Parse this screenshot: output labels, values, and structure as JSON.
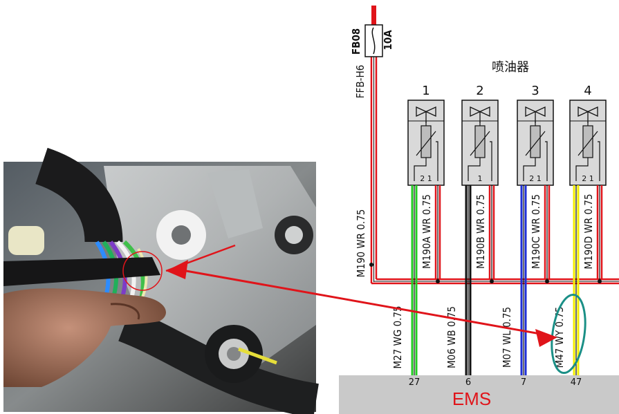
{
  "fuse": {
    "name": "FB08",
    "rating": "10A",
    "wire": "FFB-H6"
  },
  "title": "喷油器",
  "injectors": [
    {
      "number": "1",
      "supply_wire": "M190A WR 0.75",
      "signal_wire": "M27 WG 0.75",
      "signal_color": "#22cc22",
      "pins": "2 1",
      "ems_pin": "27"
    },
    {
      "number": "2",
      "supply_wire": "M190B WR 0.75",
      "signal_wire": "M06 WB 0.75",
      "signal_color": "#111111",
      "pins": "1",
      "ems_pin": "6"
    },
    {
      "number": "3",
      "supply_wire": "M190C WR 0.75",
      "signal_wire": "M07 WL 0.75",
      "signal_color": "#1e2fd6",
      "pins": "2 1",
      "ems_pin": "7"
    },
    {
      "number": "4",
      "supply_wire": "M190D WR 0.75",
      "signal_wire": "M47 WY 0.75",
      "signal_color": "#f2ee00",
      "pins": "2 1",
      "ems_pin": "47"
    }
  ],
  "bus_wire": "M190 WR 0.75",
  "ems_label": "EMS",
  "colors": {
    "supply": "#e0141a",
    "ems_band": "#c9c9c9",
    "ems_text": "#e0141a",
    "highlight": "#1a8f86",
    "arrow": "#e0141a",
    "connector": "#d9d9d9"
  }
}
